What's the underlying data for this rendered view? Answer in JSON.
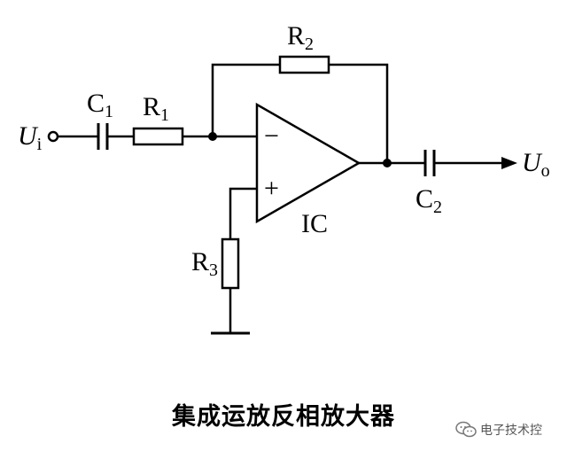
{
  "labels": {
    "input": {
      "main": "U",
      "sub": "i"
    },
    "output": {
      "main": "U",
      "sub": "o"
    },
    "c1": {
      "main": "C",
      "sub": "1"
    },
    "c2": {
      "main": "C",
      "sub": "2"
    },
    "r1": {
      "main": "R",
      "sub": "1"
    },
    "r2": {
      "main": "R",
      "sub": "2"
    },
    "r3": {
      "main": "R",
      "sub": "3"
    },
    "ic": "IC",
    "minus": "−",
    "plus": "+"
  },
  "caption": "集成运放反相放大器",
  "watermark": {
    "text": "电子技术控",
    "icon": "wechat-icon"
  }
}
